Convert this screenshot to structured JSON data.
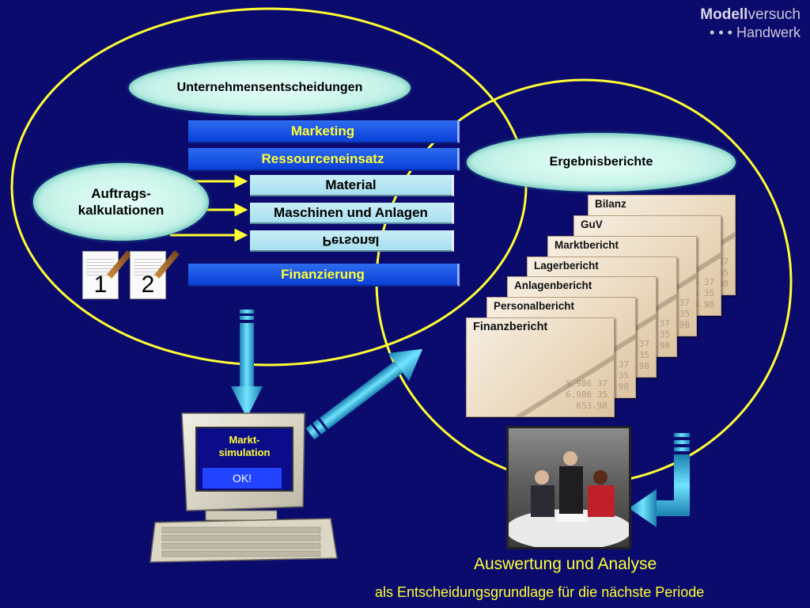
{
  "logo": {
    "brand_bold": "Modell",
    "brand_light": "versuch",
    "dots": "• • •",
    "sub": "Handwerk"
  },
  "decisions": {
    "title": "Unternehmensentscheidungen",
    "marketing": "Marketing",
    "resources": "Ressourceneinsatz",
    "material": "Material",
    "machines": "Maschinen und Anlagen",
    "personnel": "Personal",
    "finance": "Finanzierung"
  },
  "order_calc": {
    "line1": "Auftrags-",
    "line2": "kalkulationen"
  },
  "doc_numbers": [
    "1",
    "2"
  ],
  "simulation": {
    "line1": "Markt-",
    "line2": "simulation",
    "ok": "OK!"
  },
  "results": {
    "title": "Ergebnisberichte",
    "reports": [
      "Bilanz",
      "GuV",
      "Marktbericht",
      "Lagerbericht",
      "Anlagenbericht",
      "Personalbericht",
      "Finanzbericht"
    ]
  },
  "analysis": {
    "line1": "Auswertung und Analyse",
    "line2": "als Entscheidungsgrundlage für die nächste Periode"
  },
  "colors": {
    "background": "#0b0b6e",
    "ring": "#ffff33",
    "accent_text": "#ffff33",
    "arrow": "#3ec8e8"
  }
}
